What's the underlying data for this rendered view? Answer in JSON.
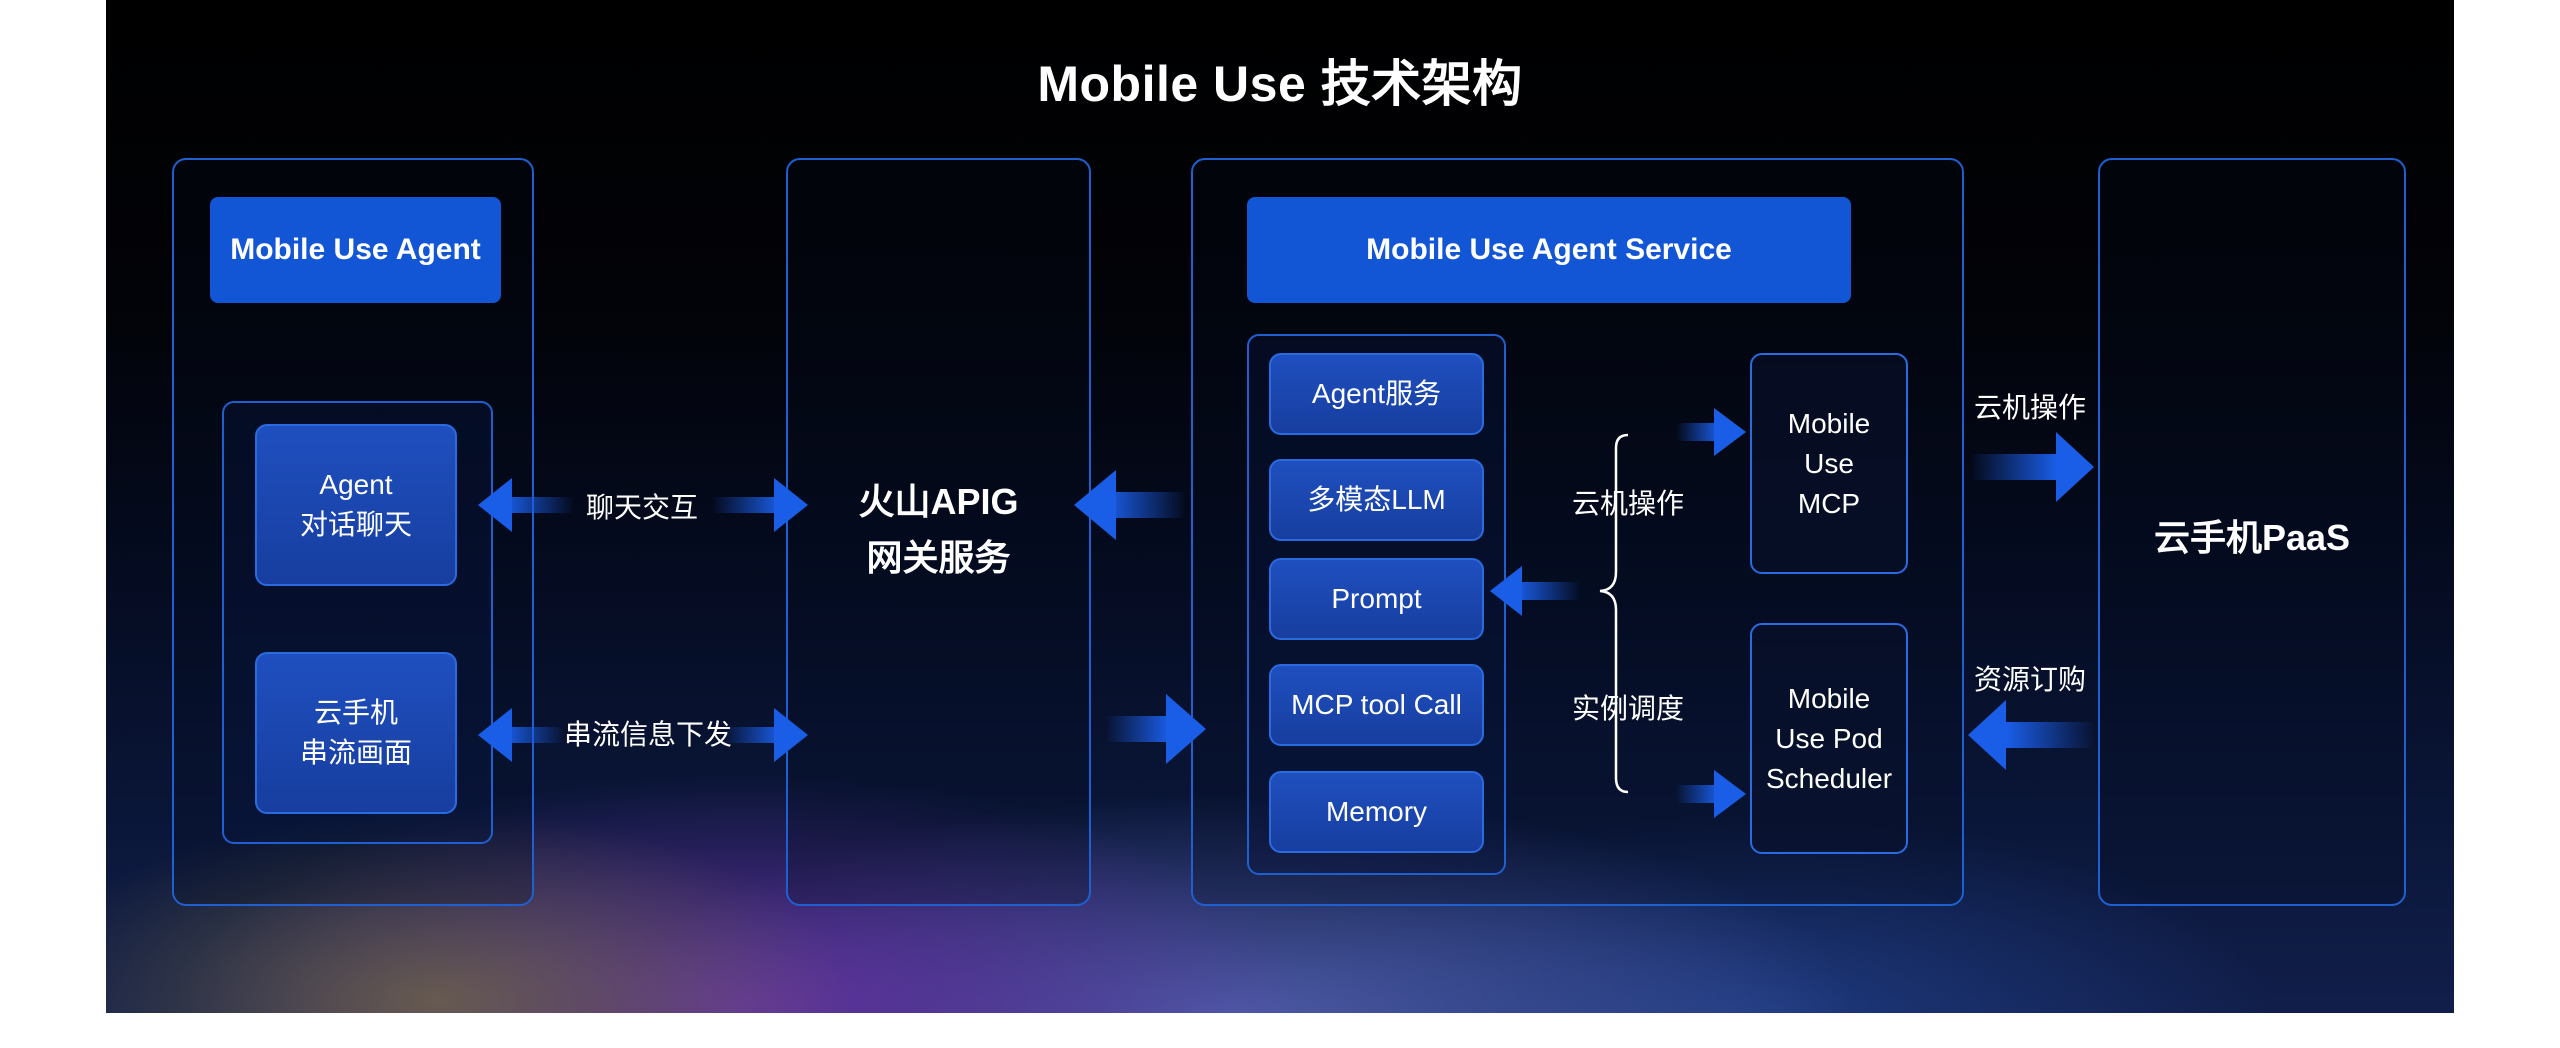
{
  "title": "Mobile Use 技术架构",
  "agent_panel": {
    "header": "Mobile Use Agent",
    "items": [
      {
        "line1": "Agent",
        "line2": "对话聊天"
      },
      {
        "line1": "云手机",
        "line2": "串流画面"
      }
    ]
  },
  "gateway_panel": {
    "line1": "火山APIG",
    "line2": "网关服务"
  },
  "service_panel": {
    "header": "Mobile Use Agent Service",
    "modules": [
      "Agent服务",
      "多模态LLM",
      "Prompt",
      "MCP tool Call",
      "Memory"
    ],
    "branch_labels": {
      "top": "云机操作",
      "bottom": "实例调度"
    },
    "targets": [
      {
        "lines": [
          "Mobile",
          "Use",
          "MCP"
        ]
      },
      {
        "lines": [
          "Mobile",
          "Use Pod",
          "Scheduler"
        ]
      }
    ]
  },
  "paas_panel": {
    "label": "云手机PaaS"
  },
  "connections": {
    "chat": "聊天交互",
    "stream": "串流信息下发",
    "cloud_op": "云机操作",
    "resource": "资源订购"
  },
  "colors": {
    "accent": "#1256d6",
    "border": "#1f5fd0",
    "arrow": "#1a5ee8"
  }
}
